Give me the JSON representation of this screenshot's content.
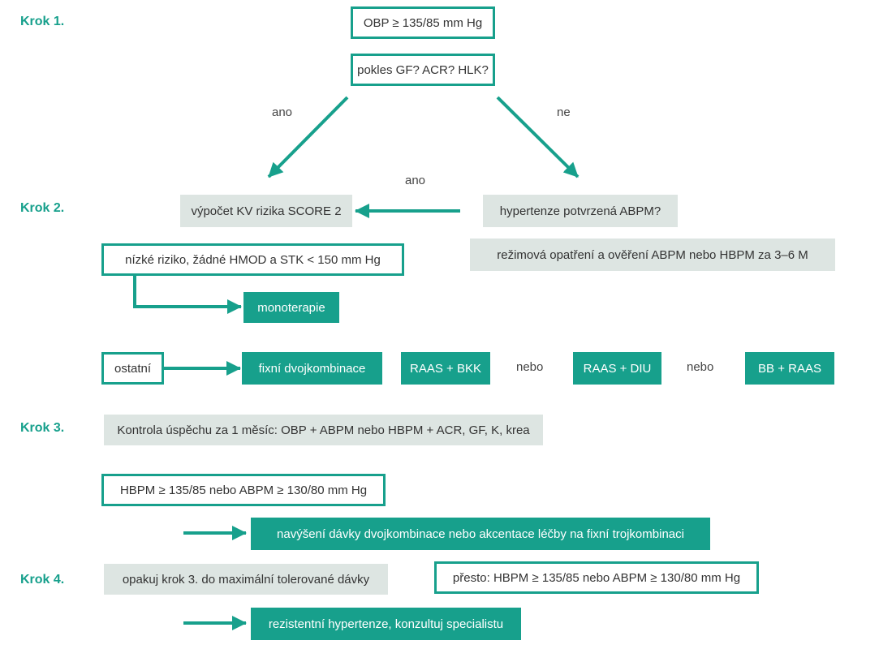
{
  "steps": {
    "s1": "Krok 1.",
    "s2": "Krok 2.",
    "s3": "Krok 3.",
    "s4": "Krok 4."
  },
  "nodes": {
    "obp": "OBP ≥ 135/85 mm Hg",
    "pokles": "pokles GF? ACR? HLK?",
    "vypocet": "výpočet KV rizika SCORE 2",
    "hypertenze": "hypertenze potvrzená ABPM?",
    "rezimova": "režimová opatření a ověření ABPM nebo HBPM za 3–6 M",
    "nizke": "nízké riziko, žádné HMOD a STK < 150 mm Hg",
    "monoterapie": "monoterapie",
    "ostatni": "ostatní",
    "fixni": "fixní dvojkombinace",
    "raas_bkk": "RAAS + BKK",
    "raas_diu": "RAAS + DIU",
    "bb_raas": "BB + RAAS",
    "kontrola": "Kontrola úspěchu za 1 měsíc: OBP + ABPM nebo HBPM + ACR, GF, K, krea",
    "hbpm": "HBPM ≥ 135/85 nebo ABPM ≥ 130/80 mm Hg",
    "navyseni": "navýšení dávky dvojkombinace nebo akcentace léčby na fixní trojkombinaci",
    "opakuj": "opakuj krok 3. do maximální tolerované dávky",
    "presto": "přesto: HBPM ≥ 135/85 nebo ABPM ≥ 130/80 mm Hg",
    "rezistentni": "rezistentní hypertenze, konzultuj specialistu"
  },
  "labels": {
    "ano_left": "ano",
    "ne_right": "ne",
    "ano_mid": "ano",
    "nebo_1": "nebo",
    "nebo_2": "nebo"
  },
  "colors": {
    "accent": "#17a08c",
    "grey_box": "#dde5e2",
    "text": "#333333"
  }
}
